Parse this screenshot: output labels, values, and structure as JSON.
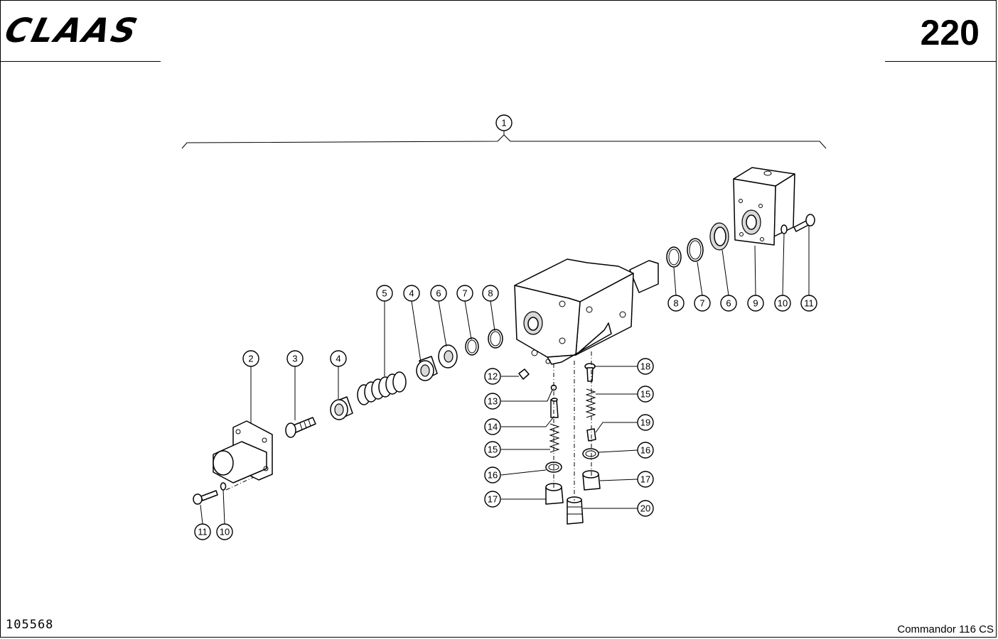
{
  "header": {
    "brand": "CLAAS",
    "page_number": "220"
  },
  "footer": {
    "drawing_number": "105568",
    "model": "Commandor 116 CS"
  },
  "callouts": [
    {
      "id": "c1",
      "label": "1"
    },
    {
      "id": "c2",
      "label": "2"
    },
    {
      "id": "c3",
      "label": "3"
    },
    {
      "id": "c4a",
      "label": "4"
    },
    {
      "id": "c5",
      "label": "5"
    },
    {
      "id": "c4b",
      "label": "4"
    },
    {
      "id": "c6a",
      "label": "6"
    },
    {
      "id": "c7a",
      "label": "7"
    },
    {
      "id": "c8a",
      "label": "8"
    },
    {
      "id": "c8b",
      "label": "8"
    },
    {
      "id": "c7b",
      "label": "7"
    },
    {
      "id": "c6b",
      "label": "6"
    },
    {
      "id": "c9",
      "label": "9"
    },
    {
      "id": "c10a",
      "label": "10"
    },
    {
      "id": "c11a",
      "label": "11"
    },
    {
      "id": "c12",
      "label": "12"
    },
    {
      "id": "c13",
      "label": "13"
    },
    {
      "id": "c14",
      "label": "14"
    },
    {
      "id": "c15a",
      "label": "15"
    },
    {
      "id": "c16a",
      "label": "16"
    },
    {
      "id": "c17a",
      "label": "17"
    },
    {
      "id": "c18",
      "label": "18"
    },
    {
      "id": "c15b",
      "label": "15"
    },
    {
      "id": "c19",
      "label": "19"
    },
    {
      "id": "c16b",
      "label": "16"
    },
    {
      "id": "c17b",
      "label": "17"
    },
    {
      "id": "c20",
      "label": "20"
    },
    {
      "id": "c11b",
      "label": "11"
    },
    {
      "id": "c10b",
      "label": "10"
    }
  ]
}
